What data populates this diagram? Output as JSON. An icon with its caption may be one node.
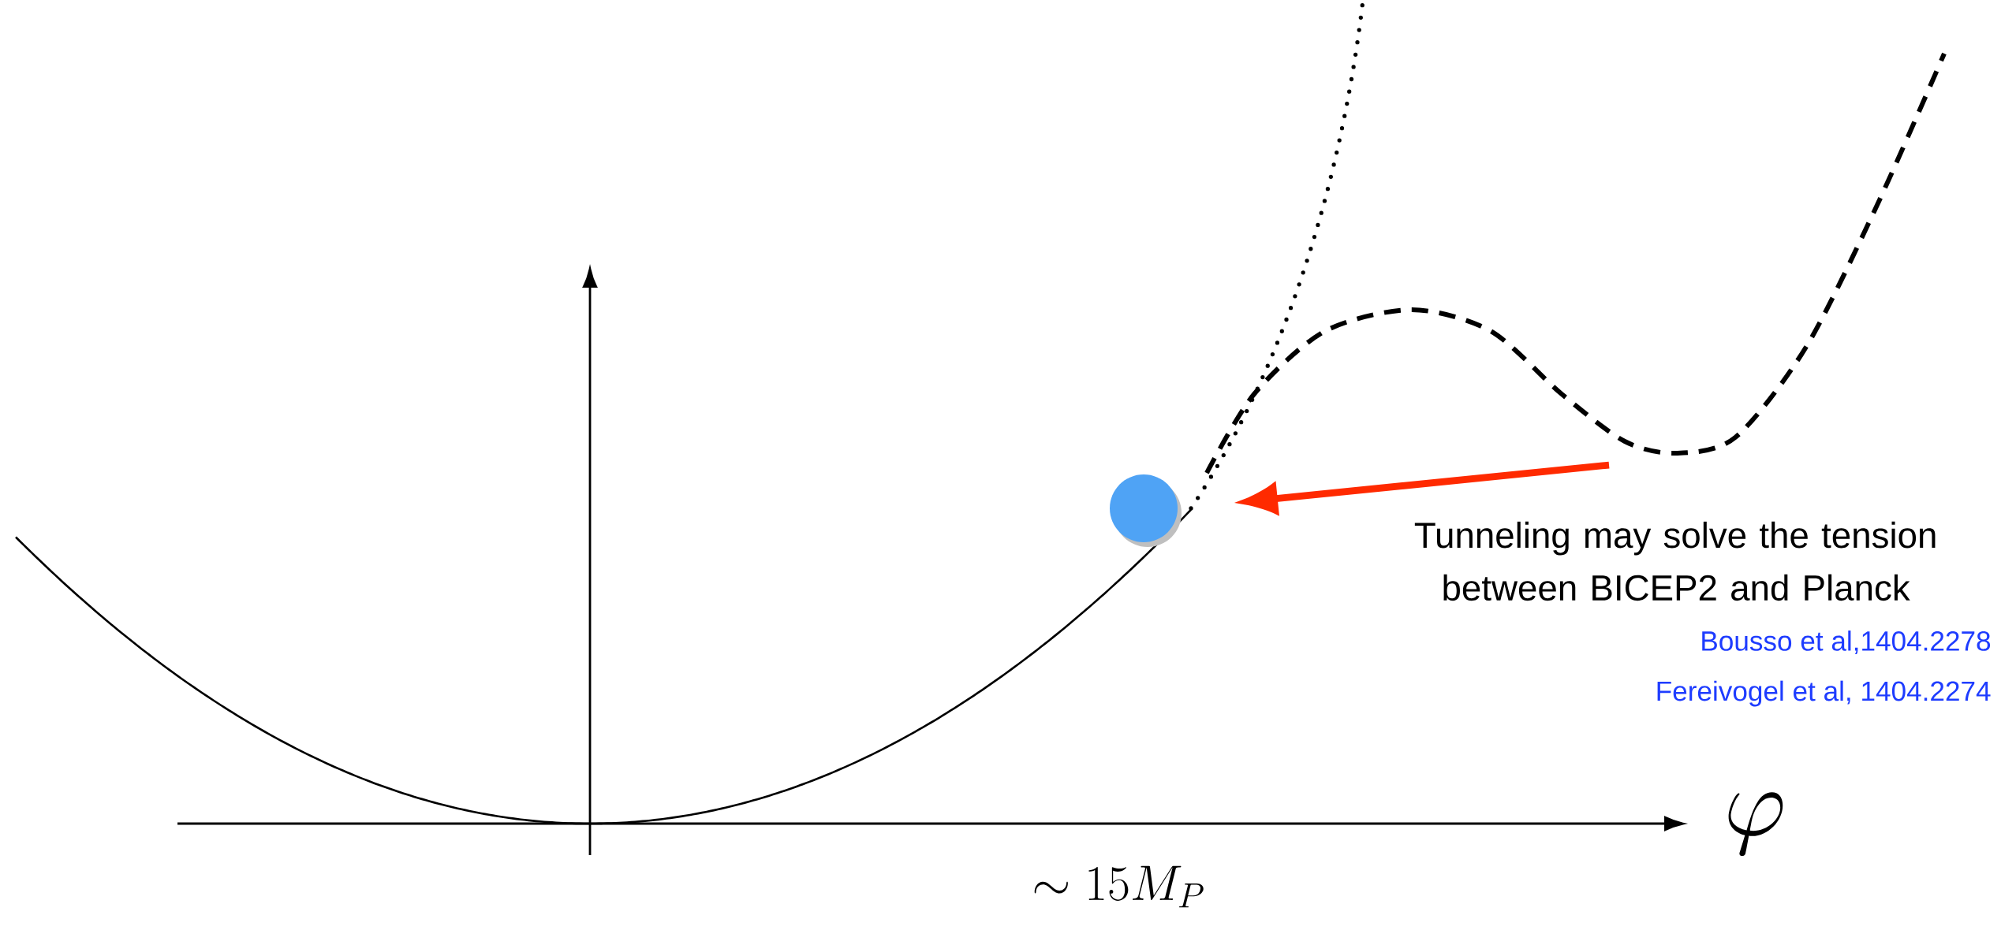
{
  "diagram": {
    "labels": [
      "Tunneling may solve the tension between BICEP2 and Planck",
      "Bousso et al,1404.2278",
      "Fereivogel et al, 1404.2274",
      "\\varphi",
      "\\sim 15M_P"
    ]
  }
}
